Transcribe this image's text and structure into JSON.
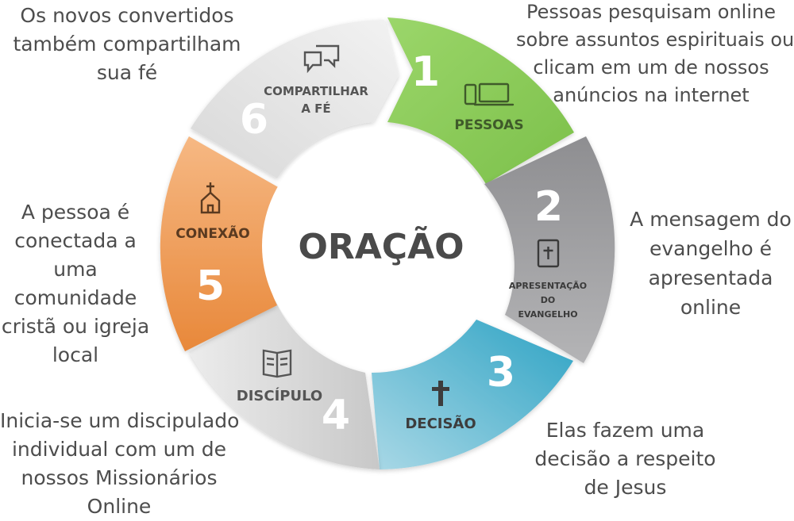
{
  "center": {
    "title": "ORAÇÃO"
  },
  "steps": [
    {
      "number": "1",
      "label": [
        "PESSOAS"
      ],
      "icon": "devices-icon",
      "color": "#8ccc5a",
      "description": [
        "Pessoas pesquisam online",
        "sobre assuntos espirituais ou",
        "clicam em um de nossos",
        "anúncios na internet"
      ]
    },
    {
      "number": "2",
      "label": [
        "APRESENTAÇÃO",
        "DO",
        "EVANGELHO"
      ],
      "icon": "bible-icon",
      "color": "#9b9b9e",
      "description": [
        "A mensagem do",
        "evangelho é",
        "apresentada",
        "online"
      ]
    },
    {
      "number": "3",
      "label": [
        "DECISÃO"
      ],
      "icon": "cross-icon",
      "color": "#4fb3cf",
      "description": [
        "Elas fazem uma",
        "decisão a respeito",
        "de Jesus"
      ]
    },
    {
      "number": "4",
      "label": [
        "DISCÍPULO"
      ],
      "icon": "open-book-icon",
      "color": "#d9d9d9",
      "description": [
        "Inicia-se um discipulado",
        "individual com um de",
        "nossos Missionários",
        "Online"
      ]
    },
    {
      "number": "5",
      "label": [
        "CONEXÃO"
      ],
      "icon": "church-icon",
      "color": "#f0a05e",
      "description": [
        "A pessoa é",
        "conectada a",
        "uma",
        "comunidade",
        "cristã ou igreja",
        "local"
      ]
    },
    {
      "number": "6",
      "label": [
        "COMPARTILHAR",
        "A FÉ"
      ],
      "icon": "speech-bubbles-icon",
      "color": "#d9d9d9",
      "description": [
        "Os novos convertidos",
        "também compartilham",
        "sua fé"
      ]
    }
  ]
}
